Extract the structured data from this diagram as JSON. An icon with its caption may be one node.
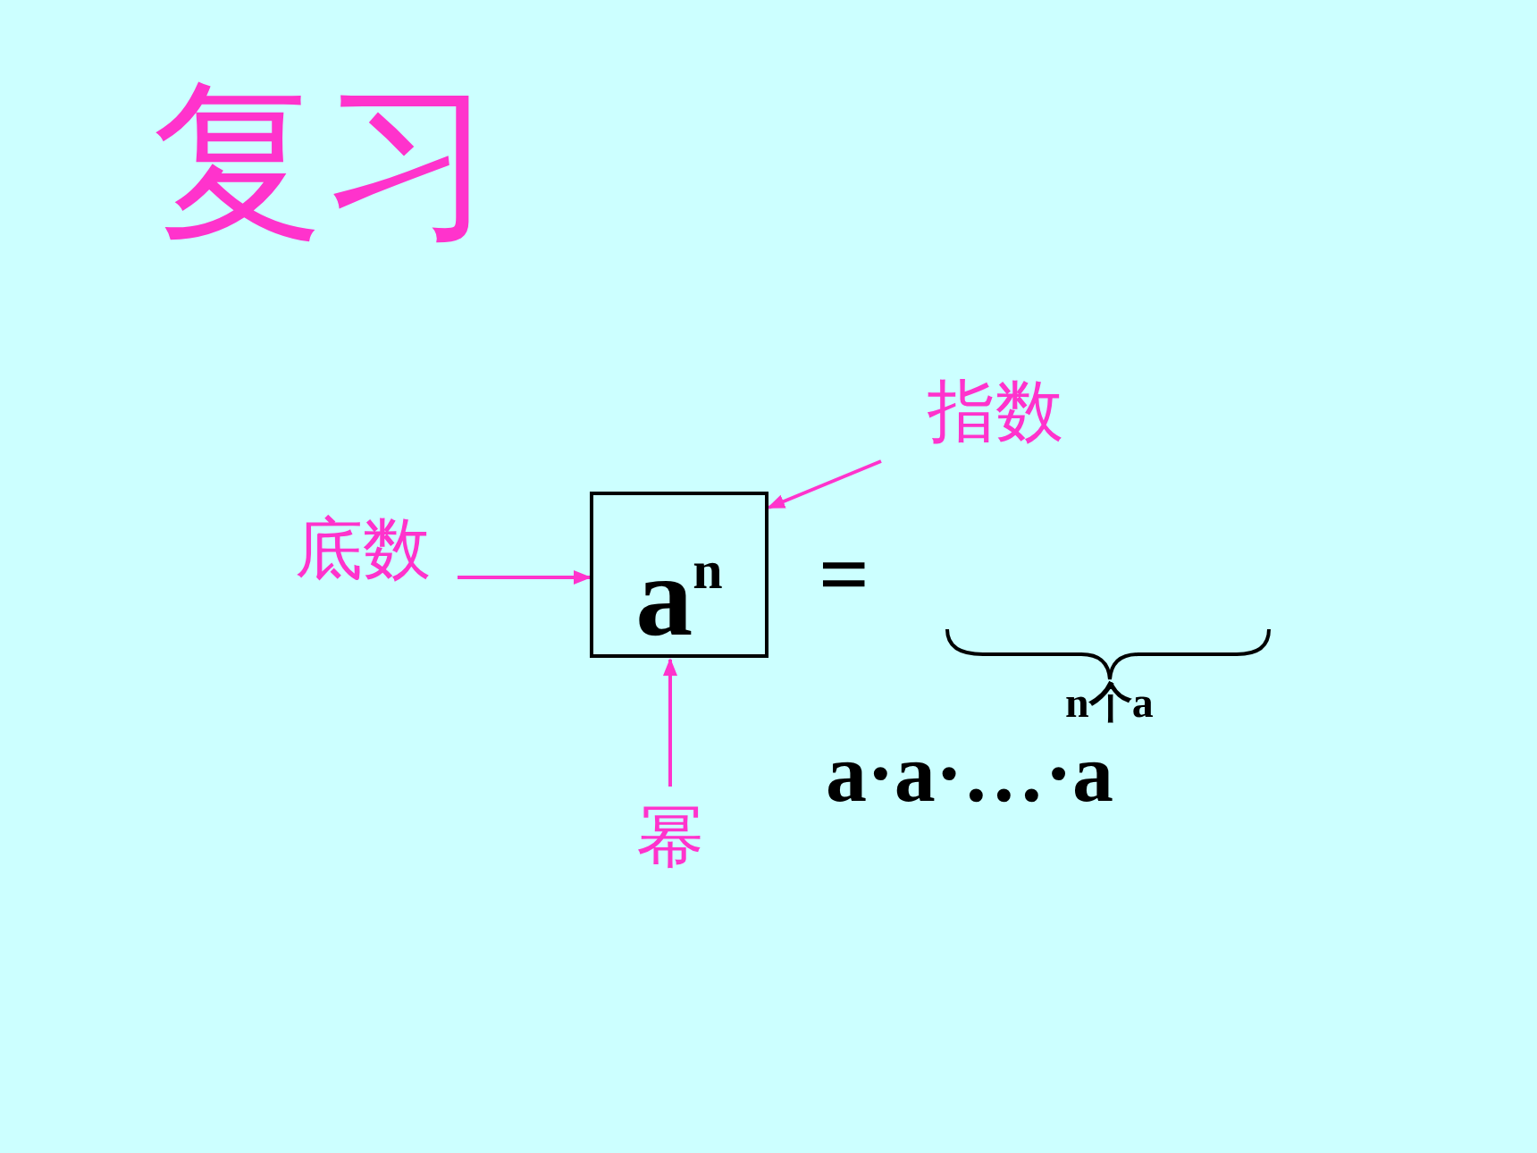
{
  "diagram": {
    "title": "复习",
    "nodes": [
      {
        "text": [
          "底数"
        ]
      },
      {
        "text": [
          "指数"
        ]
      },
      {
        "text": [
          "a$^{n}$"
        ]
      },
      {
        "text": [
          "幂"
        ]
      }
    ],
    "edges": [
      {
        "from": 0,
        "to": 2,
        "arrow": "to"
      },
      {
        "from": 1,
        "to": 2,
        "arrow": "to"
      },
      {
        "from": 3,
        "to": 2,
        "arrow": "to"
      }
    ],
    "labels": [
      "=",
      "n个a",
      "a·a·…·a"
    ]
  }
}
